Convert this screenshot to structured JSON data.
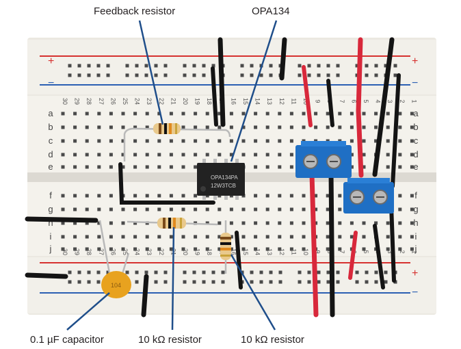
{
  "labels": {
    "feedback_resistor": "Feedback resistor",
    "op_amp": "OPA134",
    "capacitor": "0.1 µF capacitor",
    "input_resistor": "10 kΩ resistor",
    "ground_resistor": "10 kΩ resistor"
  },
  "chip": {
    "line1": "OPA134PA",
    "line2": "12W3TCB"
  },
  "capacitor_marking": "104",
  "rail": {
    "plus": "+",
    "minus": "−"
  },
  "row_letters_top": [
    "a",
    "b",
    "c",
    "d",
    "e"
  ],
  "row_letters_bottom": [
    "f",
    "g",
    "h",
    "i",
    "j"
  ],
  "column_numbers": [
    "30",
    "29",
    "28",
    "27",
    "26",
    "25",
    "24",
    "23",
    "22",
    "21",
    "20",
    "19",
    "18",
    "17",
    "16",
    "15",
    "14",
    "13",
    "12",
    "11",
    "10",
    "9",
    "8",
    "7",
    "6",
    "5",
    "4",
    "3",
    "2",
    "1"
  ],
  "colors": {
    "board": "#f2f0ea",
    "board_shadow": "#d9d6cf",
    "rail_red": "#d6312f",
    "rail_blue": "#2b5fb3",
    "hole": "#4a4a4a",
    "leader": "#1f4e8a",
    "wire_black": "#141414",
    "wire_red": "#d8283b",
    "terminal_blue": "#1f6fc4",
    "chip": "#222222",
    "capacitor": "#e8a21f"
  }
}
